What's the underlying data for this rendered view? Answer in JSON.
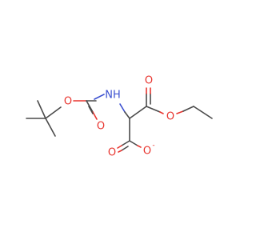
{
  "molecule": {
    "atoms": [
      {
        "id": "o_ester_carbonyl",
        "symbol": "O",
        "color": "#e8352f"
      },
      {
        "id": "o_carbamate",
        "symbol": "O",
        "color": "#e8352f"
      },
      {
        "id": "o_carbamate_carbonyl",
        "symbol": "O",
        "color": "#e8352f"
      },
      {
        "id": "nh",
        "symbol": "NH",
        "color": "#3a4fd0"
      },
      {
        "id": "o_ester",
        "symbol": "O",
        "color": "#e8352f"
      },
      {
        "id": "o_carboxylate_carbonyl",
        "symbol": "O",
        "color": "#e8352f"
      },
      {
        "id": "o_carboxylate",
        "symbol": "O",
        "color": "#e8352f",
        "charge": "-"
      }
    ],
    "colors": {
      "carbon_bond": "#4a4a4a",
      "oxygen": "#e8352f",
      "nitrogen": "#3a4fd0",
      "background": "#ffffff"
    }
  }
}
